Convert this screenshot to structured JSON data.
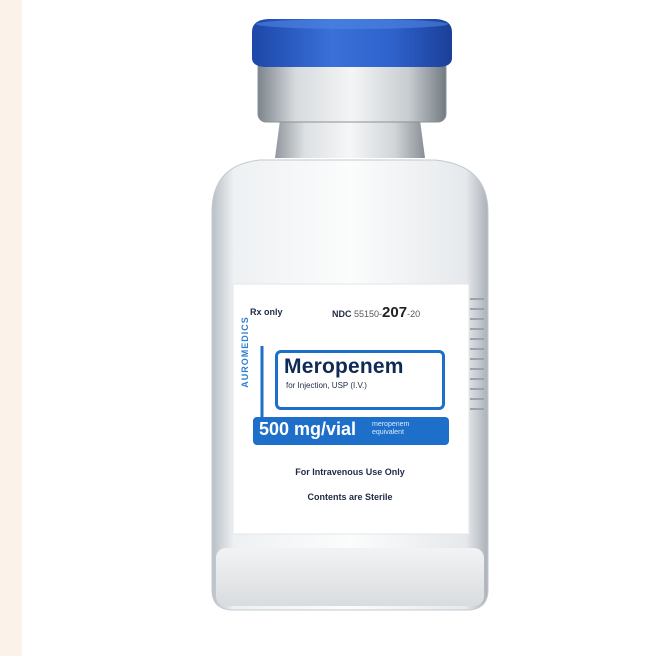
{
  "image": {
    "subject": "Meropenem vial",
    "colors": {
      "cap": "#2a5fc4",
      "label_accent": "#1e6fc9",
      "background": "#ffffff",
      "side_strip": "#fbf3ea"
    }
  },
  "label": {
    "rx": "Rx only",
    "ndc_prefix": "NDC",
    "ndc_code": "55150-",
    "ndc_big": "207",
    "ndc_tail": "-20",
    "brand_vertical": "AUROMEDICS",
    "drug_name": "Meropenem",
    "drug_subtitle": "for Injection, USP (I.V.)",
    "strength": "500 mg/vial",
    "strength_note": "meropenem equivalent",
    "use_line1": "For Intravenous Use Only",
    "use_line2": "Contents are Sterile"
  }
}
